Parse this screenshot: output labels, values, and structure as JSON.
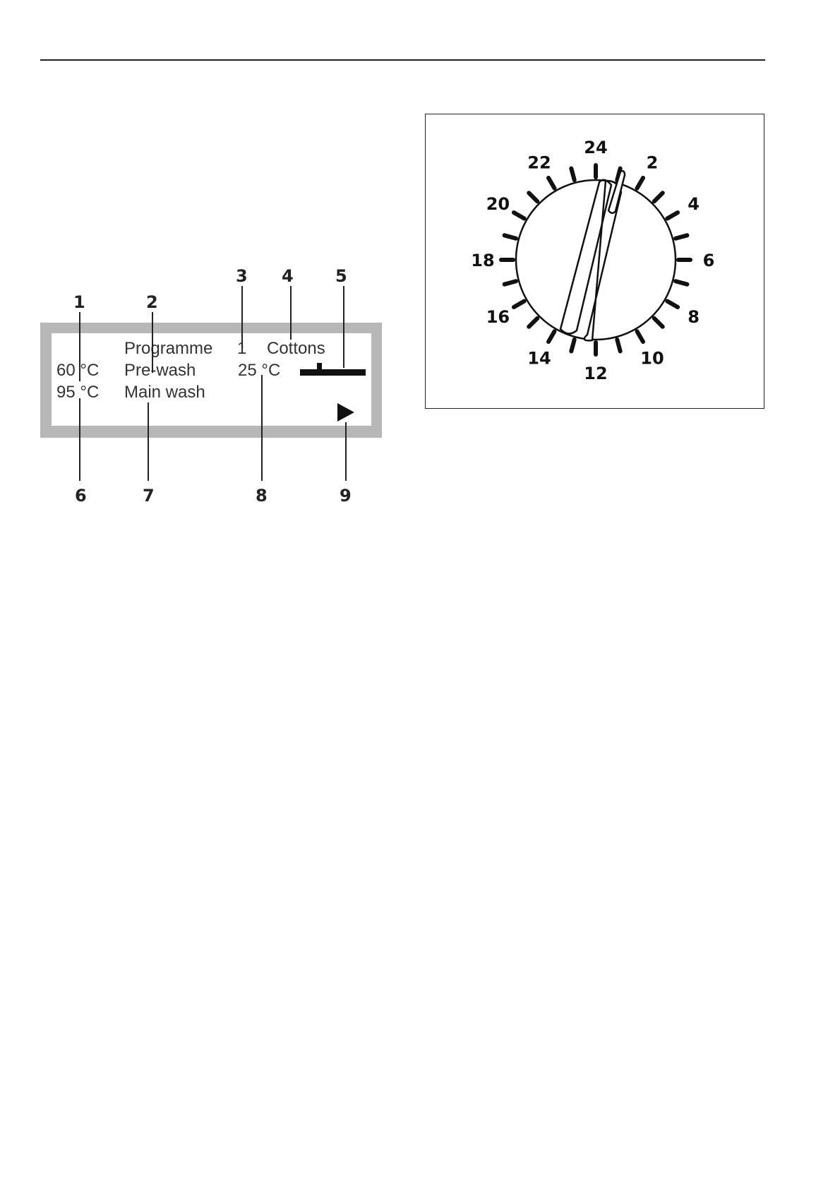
{
  "display": {
    "row1": {
      "label": "Programme",
      "number": "1",
      "name": "Cottons"
    },
    "row2": {
      "temp": "60 °C",
      "phase": "Pre-wash",
      "temp2": "25 °C"
    },
    "row3": {
      "temp": "95 °C",
      "phase": "Main wash"
    },
    "indicators": [
      "bar-indicator",
      "play-arrow-icon"
    ]
  },
  "callouts": {
    "top": [
      "1",
      "2",
      "3",
      "4",
      "5"
    ],
    "bottom": [
      "6",
      "7",
      "8",
      "9"
    ]
  },
  "dial": {
    "labels": [
      "24",
      "2",
      "4",
      "6",
      "8",
      "10",
      "12",
      "14",
      "16",
      "18",
      "20",
      "22"
    ],
    "tick_count": 24,
    "max_value": 24
  }
}
